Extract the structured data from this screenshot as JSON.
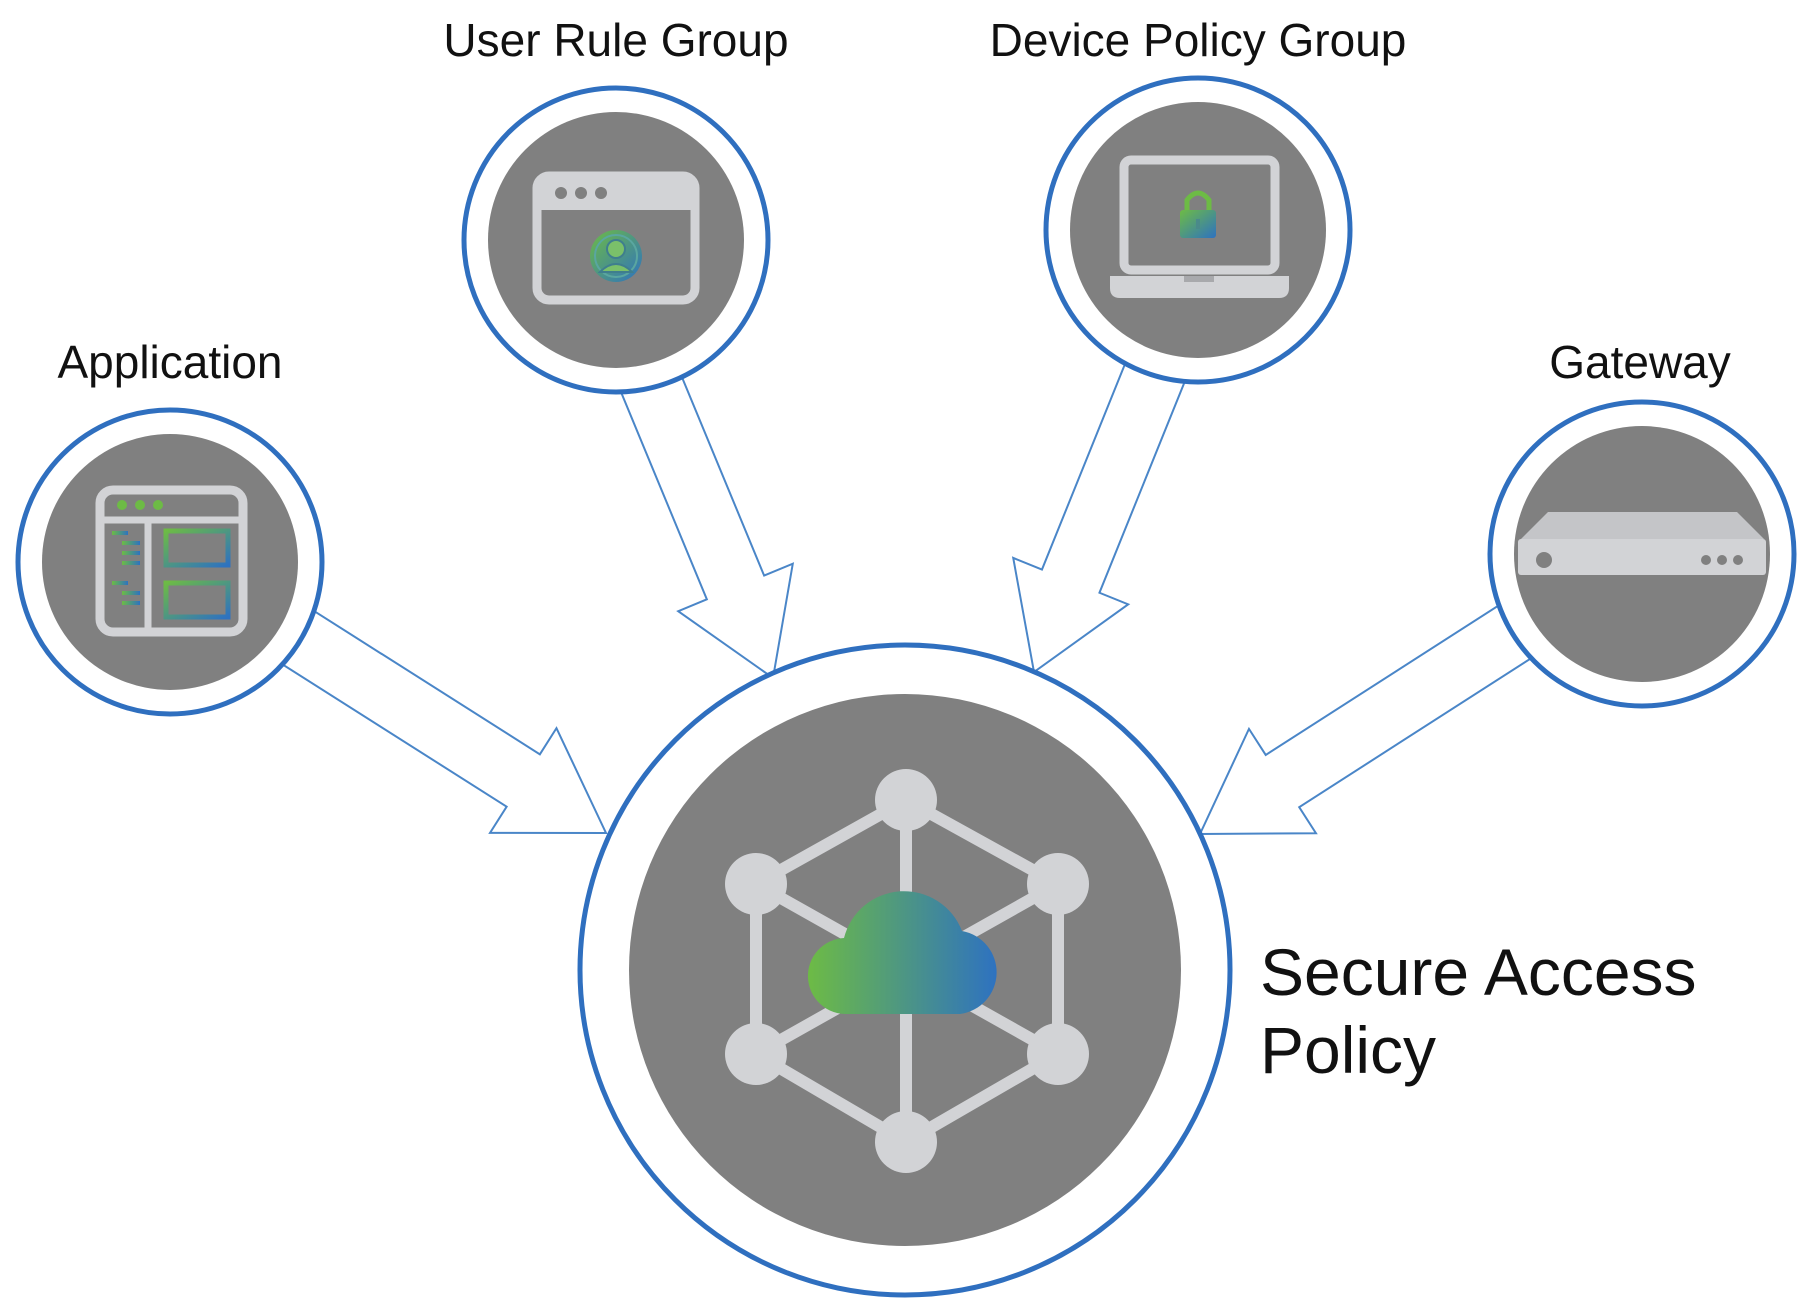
{
  "nodes": {
    "application": {
      "label": "Application",
      "icon": "application-window-icon"
    },
    "user_rule_group": {
      "label": "User Rule Group",
      "icon": "browser-user-icon"
    },
    "device_policy_group": {
      "label": "Device Policy Group",
      "icon": "laptop-lock-icon"
    },
    "gateway": {
      "label": "Gateway",
      "icon": "gateway-appliance-icon"
    }
  },
  "center": {
    "label_line1": "Secure Access",
    "label_line2": "Policy",
    "icon": "cloud-network-icon"
  },
  "colors": {
    "ring": "#2f6fbf",
    "disc": "#808080",
    "icon": "#d2d3d6",
    "arrow": "#4a86c8",
    "gradient_start": "#6dbb45",
    "gradient_end": "#2e72c0"
  }
}
